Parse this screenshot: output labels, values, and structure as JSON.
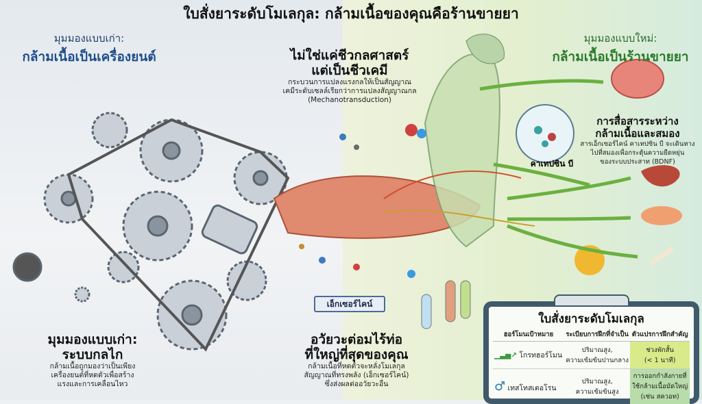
{
  "title": "ใบสั่งยาระดับโมเลกุล: กล้ามเนื้อของคุณคือร้านขายยา",
  "old_view": {
    "label": "มุมมองแบบเก่า:",
    "heading": "กล้ามเนื้อเป็นเครื่องยนต์"
  },
  "new_view": {
    "label": "มุมมองแบบใหม่:",
    "heading": "กล้ามเนื้อเป็นร้านขายยา"
  },
  "center": {
    "heading_1": "ไม่ใช่แค่ชีวกลศาสตร์",
    "heading_2": "แต่เป็นชีวเคมี",
    "desc_1": "กระบวนการแปลงแรงกลให้เป็นสัญญาณ",
    "desc_2": "เคมีระดับเซลล์เรียกว่าการแปลงสัญญาณกล",
    "desc_3": "(Mechanotransduction)"
  },
  "brain": {
    "heading_1": "การสื่อสารระหว่าง",
    "heading_2": "กล้ามเนื้อและสมอง",
    "desc_1": "สารเอ็กเซอร์ไคน์ คาเทปซิน บี จะเดินทาง",
    "desc_2": "ไปที่สมองเพื่อกระตุ้นความยืดหยุ่น",
    "desc_3": "ของระบบประสาท (BDNF)",
    "molecule_label": "คาเทปซิน บี"
  },
  "mechanical": {
    "heading_1": "มุมมองแบบเก่า:",
    "heading_2": "ระบบกลไก",
    "desc_1": "กล้ามเนื้อถูกมองว่าเป็นเพียง",
    "desc_2": "เครื่องยนต์ที่หดตัวเพื่อสร้าง",
    "desc_3": "แรงและการเคลื่อนไหว"
  },
  "exerkine": {
    "banner": "เอ็กเซอร์ไคน์",
    "heading_1": "อวัยวะต่อมไร้ท่อ",
    "heading_2": "ที่ใหญ่ที่สุดของคุณ",
    "desc_1": "กล้ามเนื้อที่หดตัวจะหลั่งโมเลกุล",
    "desc_2": "สัญญาณที่ทรงพลัง (เอ็กเซอร์ไคน์)",
    "desc_3": "ซึ่งส่งผลต่ออวัยวะอื่น"
  },
  "prescription": {
    "title": "ใบสั่งยาระดับโมเลกุล",
    "headers": [
      "ฮอร์โมนเป้าหมาย",
      "ระเบียบการฝึกที่จำเป็น",
      "ตัวแปรการฝึกสำคัญ"
    ],
    "rows": [
      {
        "hormone": "โกรทฮอร์โมน",
        "icon": "growth-chart-icon",
        "protocol_1": "ปริมาณสูง,",
        "protocol_2": "ความเข้มข้นปานกลาง",
        "variable_1": "ช่วงพักสั้น",
        "variable_2": "(< 1 นาที)",
        "variable_3": ""
      },
      {
        "hormone": "เทสโทสเตอโรน",
        "icon": "male-symbol-icon",
        "protocol_1": "ปริมาณสูง,",
        "protocol_2": "ความเข้มข้นสูง",
        "variable_1": "การออกกำลังกายที่",
        "variable_2": "ใช้กล้ามเนื้อมัดใหญ่",
        "variable_3": "(เช่น สควอท)"
      }
    ]
  },
  "colors": {
    "old_blue": "#1f4f8a",
    "new_green": "#2a7a2a",
    "highlight_1": "#d8ea8a",
    "highlight_2": "#b8dcaa"
  }
}
